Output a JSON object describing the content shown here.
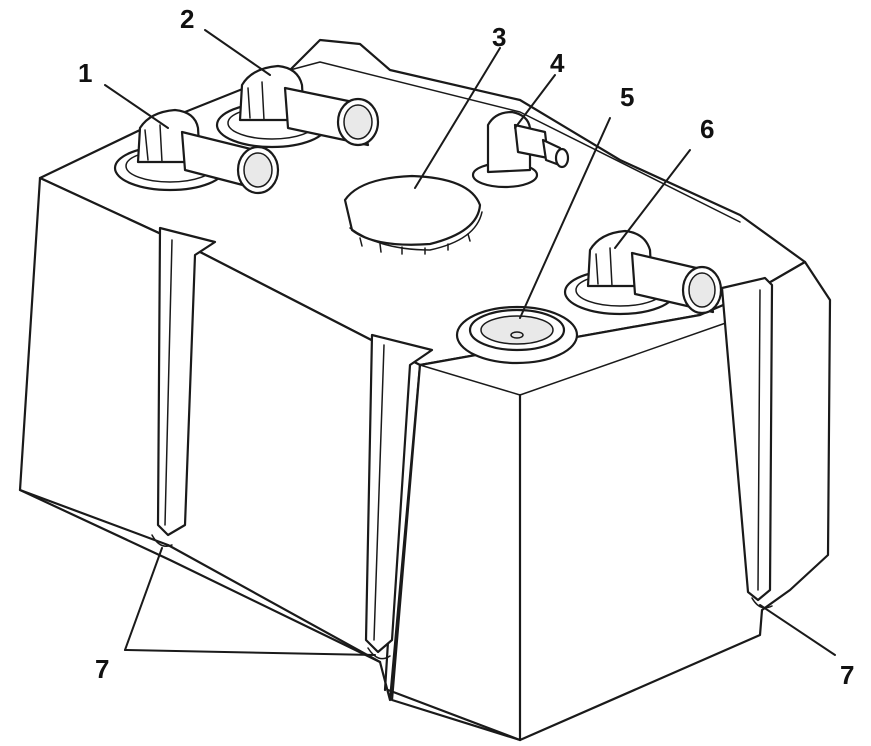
{
  "callouts": [
    {
      "id": "1",
      "label": "1"
    },
    {
      "id": "2",
      "label": "2"
    },
    {
      "id": "3",
      "label": "3"
    },
    {
      "id": "4",
      "label": "4"
    },
    {
      "id": "5",
      "label": "5"
    },
    {
      "id": "6",
      "label": "6"
    },
    {
      "id": "7a",
      "label": "7"
    },
    {
      "id": "7b",
      "label": "7"
    }
  ],
  "colors": {
    "line": "#1a1a1a",
    "background": "#ffffff"
  }
}
